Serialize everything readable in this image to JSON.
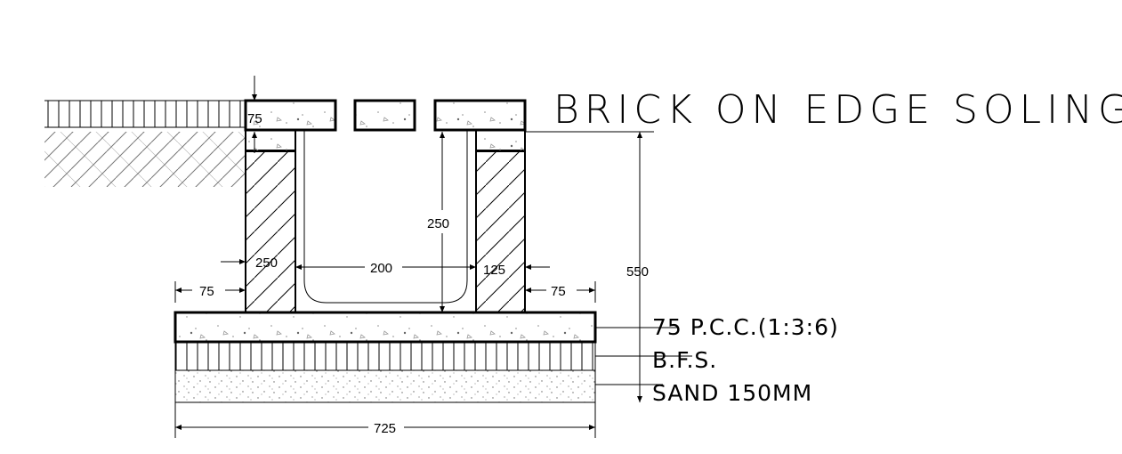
{
  "labels": {
    "title": "BRICK ON EDGE SOLING",
    "pcc": "75 P.C.C.(1:3:6)",
    "bfs": "B.F.S.",
    "sand": "SAND 150MM"
  },
  "dimensions": {
    "slab_thickness": "75",
    "wall_thickness": "250",
    "channel_width": "200",
    "right_wall": "125",
    "left_offset": "75",
    "right_offset": "75",
    "channel_depth": "250",
    "total_height": "550",
    "total_width": "725"
  },
  "colors": {
    "line": "#000000",
    "background": "#ffffff"
  }
}
